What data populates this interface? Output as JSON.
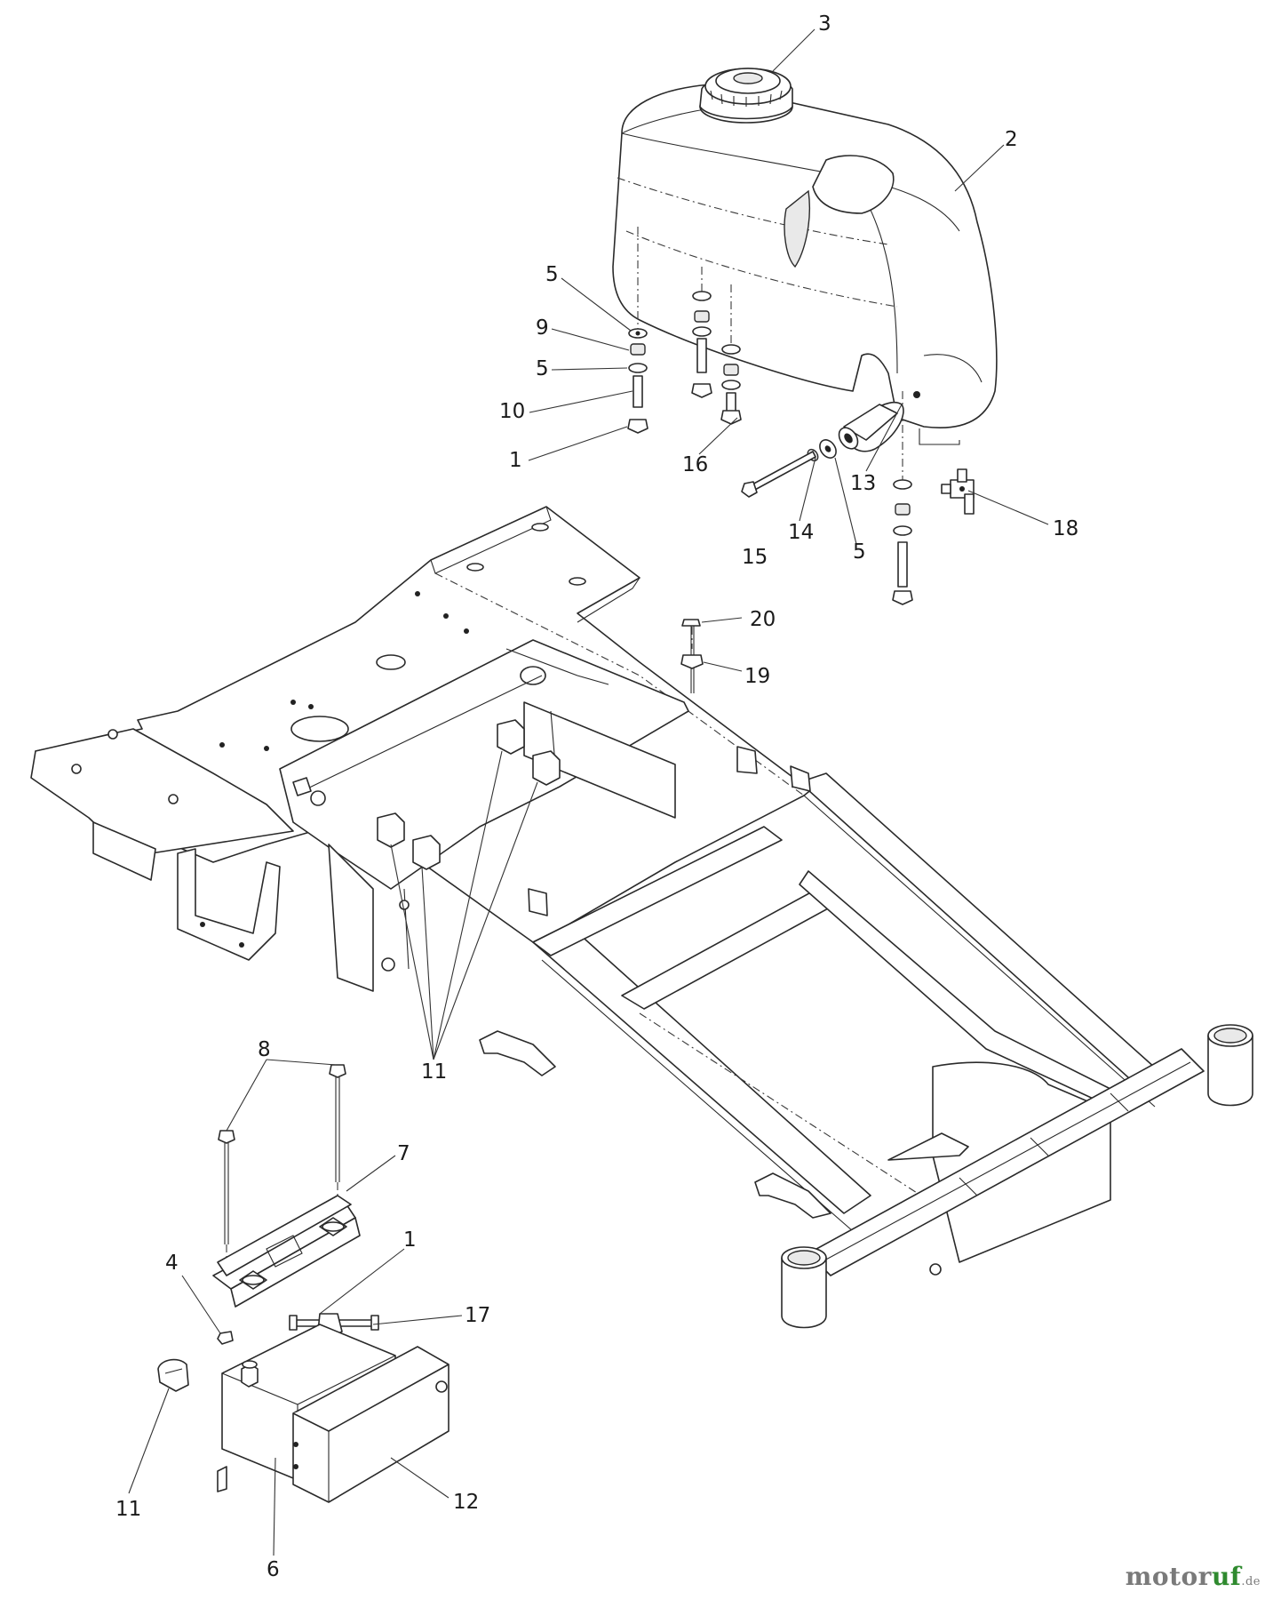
{
  "callouts": [
    {
      "id": "c3",
      "text": "3"
    },
    {
      "id": "c2",
      "text": "2"
    },
    {
      "id": "c5a",
      "text": "5"
    },
    {
      "id": "c9",
      "text": "9"
    },
    {
      "id": "c5b",
      "text": "5"
    },
    {
      "id": "c10",
      "text": "10"
    },
    {
      "id": "c1a",
      "text": "1"
    },
    {
      "id": "c16",
      "text": "16"
    },
    {
      "id": "c13",
      "text": "13"
    },
    {
      "id": "c15",
      "text": "15"
    },
    {
      "id": "c14",
      "text": "14"
    },
    {
      "id": "c5c",
      "text": "5"
    },
    {
      "id": "c18",
      "text": "18"
    },
    {
      "id": "c20",
      "text": "20"
    },
    {
      "id": "c19",
      "text": "19"
    },
    {
      "id": "c11a",
      "text": "11"
    },
    {
      "id": "c8",
      "text": "8"
    },
    {
      "id": "c7",
      "text": "7"
    },
    {
      "id": "c4",
      "text": "4"
    },
    {
      "id": "c1b",
      "text": "1"
    },
    {
      "id": "c17",
      "text": "17"
    },
    {
      "id": "c11b",
      "text": "11"
    },
    {
      "id": "c12",
      "text": "12"
    },
    {
      "id": "c6",
      "text": "6"
    }
  ],
  "watermark": {
    "main": "motor",
    "accent": "uf",
    "tld": ".de"
  }
}
